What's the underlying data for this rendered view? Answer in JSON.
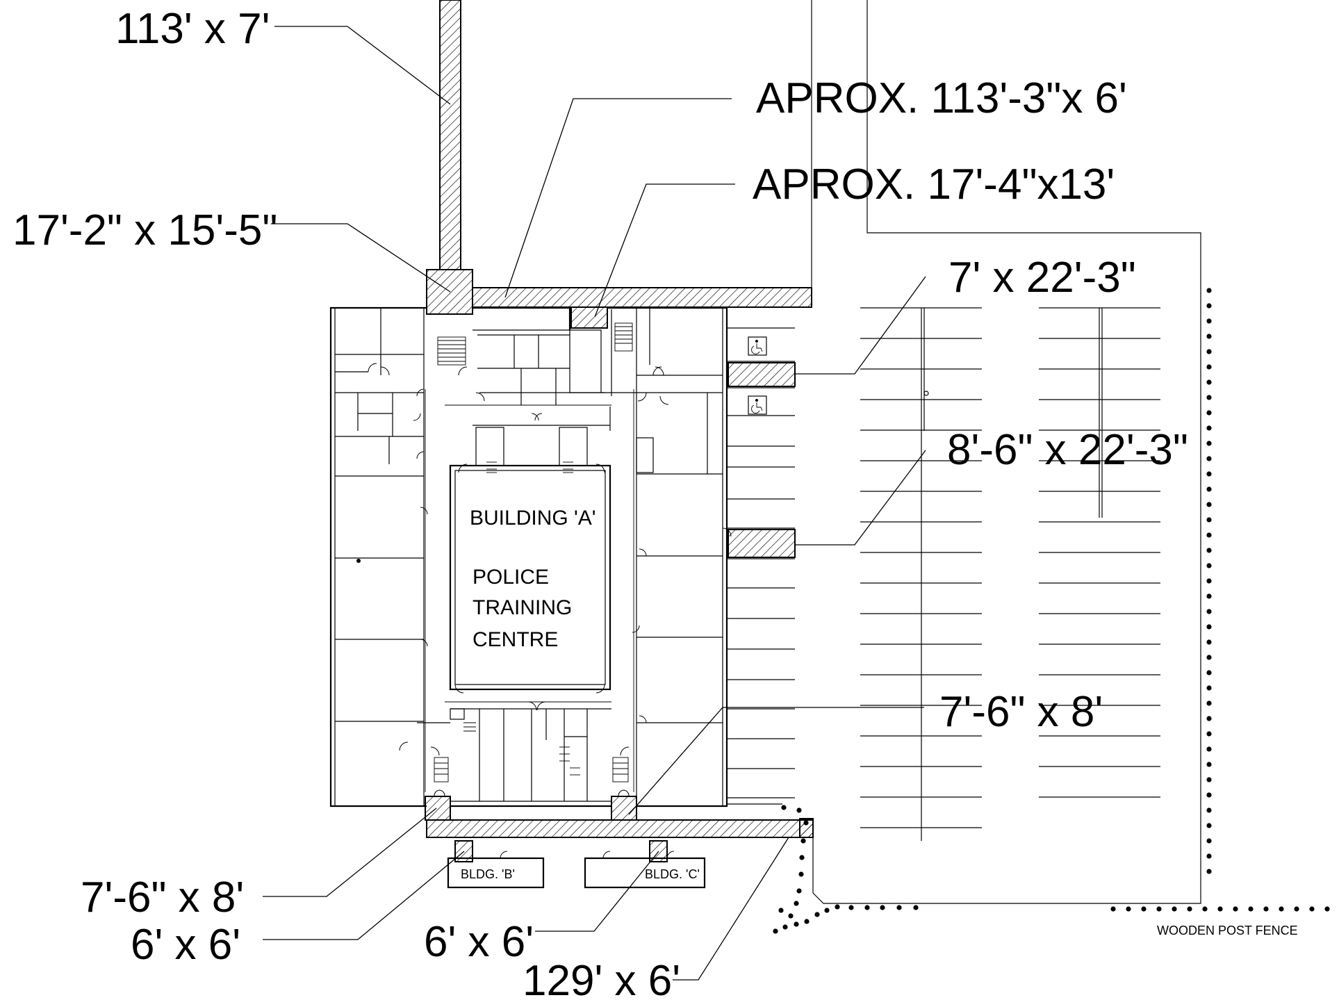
{
  "building": {
    "name": "BUILDING 'A'",
    "use_lines": [
      "POLICE",
      "TRAINING",
      "CENTRE"
    ]
  },
  "outbuildings": {
    "b": "BLDG. 'B'",
    "c": "BLDG. 'C'"
  },
  "dimensions": {
    "top_walk": "113' x 7'",
    "corner_pad": "17'-2\" x 15'-5\"",
    "north_walk": "APROX.  113'-3\"x 6'",
    "north_pad": "APROX.   17'-4\"x13'",
    "east_ramp_1": "7' x 22'-3\"",
    "east_ramp_2": "8'-6\" x 22'-3\"",
    "east_pad": "7'-6\" x 8'",
    "sw_pad": "7'-6\" x 8'",
    "bldg_b_pad": "6' x 6'",
    "bldg_c_pad": "6' x 6'",
    "south_walk": "129' x 6'"
  },
  "fence_label": "WOODEN POST FENCE",
  "icons": [
    "accessible-parking-icon",
    "accessible-parking-icon"
  ]
}
